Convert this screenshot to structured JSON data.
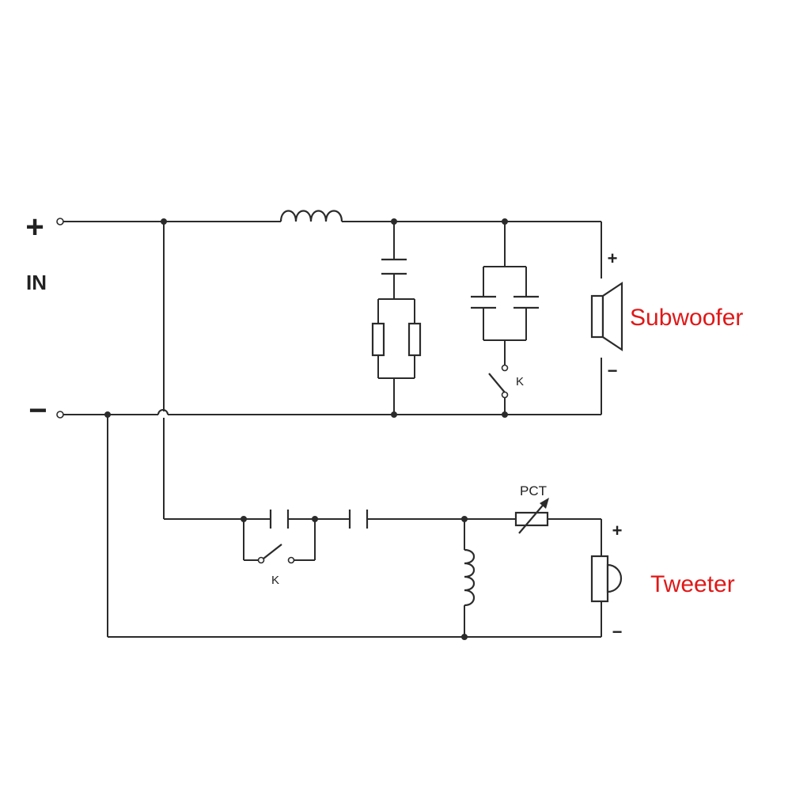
{
  "input": {
    "plus_sign": "+",
    "label": "IN",
    "minus_sign": "−"
  },
  "subwoofer": {
    "label": "Subwoofer",
    "plus": "+",
    "minus": "−",
    "switch_label": "K"
  },
  "tweeter": {
    "label": "Tweeter",
    "plus": "+",
    "minus": "−",
    "switch_label": "K",
    "ptc_label": "PCT"
  },
  "colors": {
    "wire": "#2b2b2b",
    "speaker_label": "#e01818"
  }
}
